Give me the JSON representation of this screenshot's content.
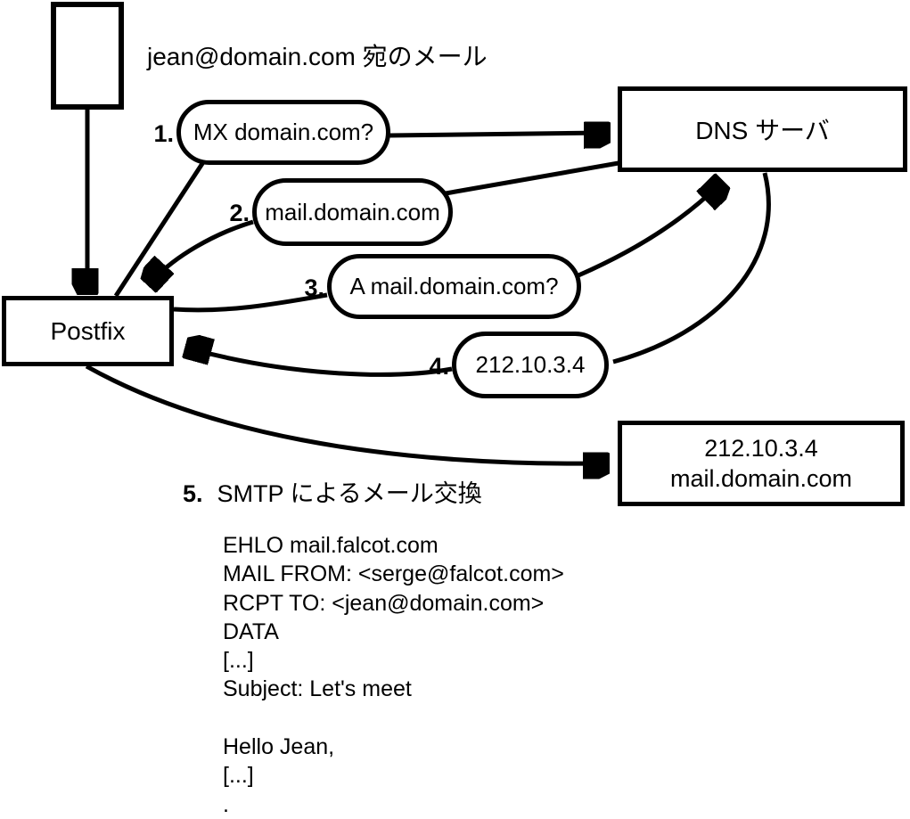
{
  "colors": {
    "ink": "#000000",
    "paper": "#ffffff"
  },
  "diagram": {
    "annotation_top": "jean@domain.com 宛のメール",
    "nodes": {
      "postfix": {
        "label": "Postfix"
      },
      "dns_server": {
        "label": "DNS サーバ"
      },
      "mail_server": {
        "line1": "212.10.3.4",
        "line2": "mail.domain.com"
      }
    },
    "steps": [
      {
        "num": "1.",
        "label": "MX domain.com?"
      },
      {
        "num": "2.",
        "label": "mail.domain.com"
      },
      {
        "num": "3.",
        "label": "A mail.domain.com?"
      },
      {
        "num": "4.",
        "label": "212.10.3.4"
      },
      {
        "num": "5.",
        "label": "SMTP によるメール交換"
      }
    ]
  },
  "smtp": {
    "lines": [
      "EHLO mail.falcot.com",
      "MAIL FROM: <serge@falcot.com>",
      "RCPT TO: <jean@domain.com>",
      "DATA",
      "[...]",
      "Subject: Let's meet",
      "",
      "Hello Jean,",
      "[...]",
      "."
    ]
  }
}
